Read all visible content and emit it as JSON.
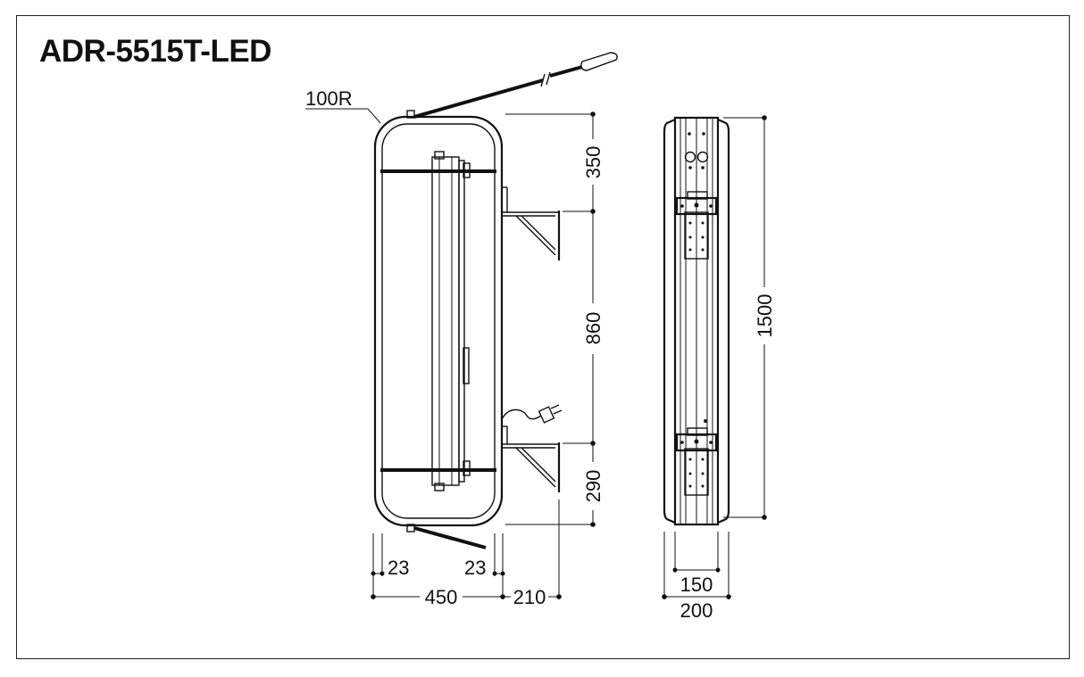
{
  "title": "ADR-5515T-LED",
  "dimensions": {
    "radius": "100R",
    "top_section": "350",
    "middle_section": "860",
    "bottom_section": "290",
    "margin_left": "23",
    "margin_right": "23",
    "front_width": "450",
    "bracket_depth": "210",
    "total_height": "1500",
    "inner_depth": "150",
    "outer_depth": "200"
  },
  "colors": {
    "line": "#111111",
    "background": "#ffffff"
  }
}
